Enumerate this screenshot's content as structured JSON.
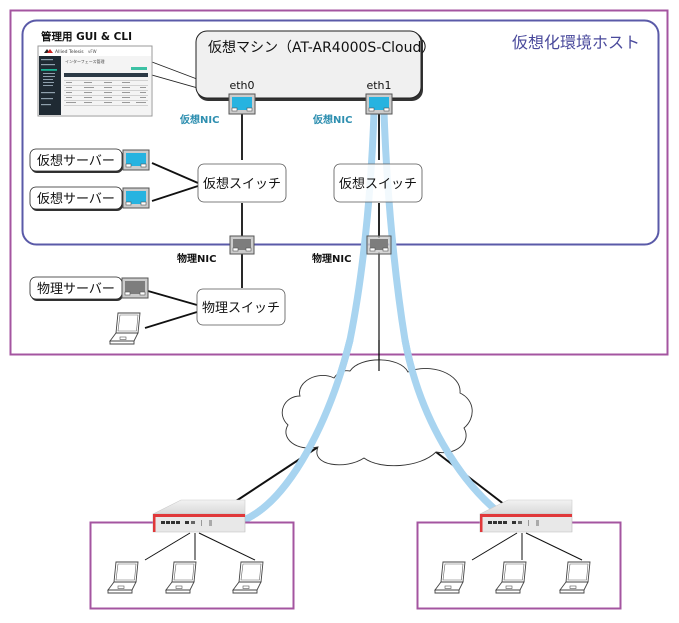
{
  "title": "仮想化環境ホスト",
  "colors": {
    "outer_border": "#a455a0",
    "host_border": "#5a5aa8",
    "virtual_nic": "#27b3e0",
    "physical_nic": "#7d7d7d",
    "nic_label": "#2e8fb0",
    "tunnel": "#a8d4f0",
    "lan_border": "#a455a0",
    "router_red": "#e0383a"
  },
  "host": {
    "label": "仮想化環境ホスト"
  },
  "vm": {
    "label": "仮想マシン（AT-AR4000S-Cloud）",
    "eth0": "eth0",
    "eth1": "eth1"
  },
  "mgmt": {
    "label": "管理用 GUI & CLI",
    "screenshot": {
      "brand": "Allied Telesis",
      "app": "vFW",
      "page_title": "インターフェース管理"
    }
  },
  "labels": {
    "virtual_nic": "仮想NIC",
    "physical_nic": "物理NIC",
    "virtual_switch": "仮想スイッチ",
    "physical_switch": "物理スイッチ",
    "virtual_server": "仮想サーバー",
    "physical_server": "物理サーバー"
  }
}
